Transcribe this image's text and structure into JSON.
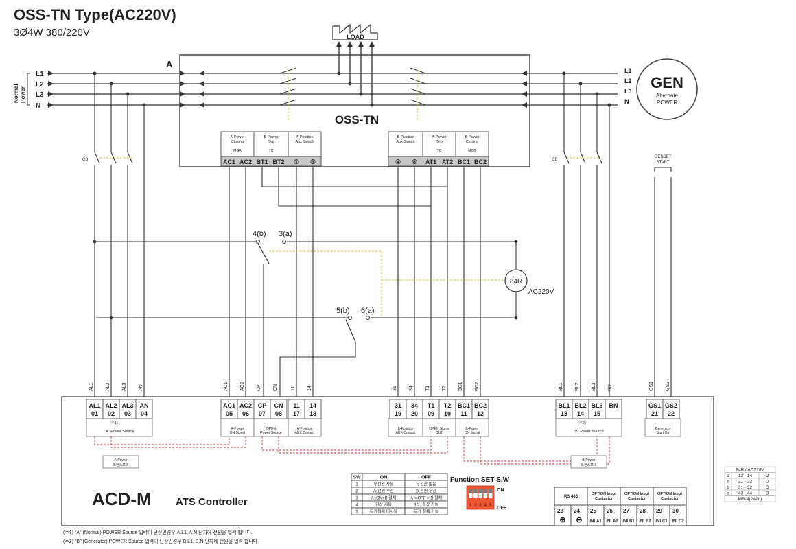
{
  "header": {
    "title": "OSS-TN Type(AC220V)",
    "subtitle": "3Ø4W 380/220V"
  },
  "load": {
    "label": "LOAD"
  },
  "normal_power": {
    "side_label_1": "Normal",
    "side_label_2": "Power",
    "lines": [
      "L1",
      "L2",
      "L3",
      "N"
    ],
    "cb_label": "CB"
  },
  "switch": {
    "terminal_label": "A",
    "name": "OSS-TN",
    "left_group": [
      {
        "title_1": "A-Power",
        "title_2": "Closing",
        "tag": "MGA"
      },
      {
        "title_1": "B-Power",
        "title_2": "Trip",
        "tag": "TC"
      },
      {
        "title_1": "A-Position",
        "title_2": "Aux Switch",
        "tag": ""
      }
    ],
    "right_group": [
      {
        "title_1": "B-Position",
        "title_2": "Aux Switch",
        "tag": ""
      },
      {
        "title_1": "A-Power",
        "title_2": "Trip",
        "tag": "TC"
      },
      {
        "title_1": "B-Power",
        "title_2": "Closing",
        "tag": "MGB"
      }
    ],
    "terminals_left": [
      "AC1",
      "AC2",
      "BT1",
      "BT2",
      "①",
      "③"
    ],
    "terminals_right": [
      "④",
      "⑥",
      "AT1",
      "AT2",
      "BC1",
      "BC2"
    ]
  },
  "generator": {
    "lines": [
      "L1",
      "L2",
      "L3",
      "N"
    ],
    "title": "GEN",
    "sub_1": "Alternate",
    "sub_2": "POWER",
    "cb_label": "CB"
  },
  "genset": {
    "label_1": "GENSET",
    "label_2": "START"
  },
  "relay": {
    "contact_1_b": "4(b)",
    "contact_1_a": "3(a)",
    "contact_2_b": "5(b)",
    "contact_2_a": "6(a)",
    "coil": "84R",
    "voltage": "AC220V"
  },
  "wire_labels": [
    "AL1",
    "AL2",
    "AL3",
    "AN",
    "AC1",
    "AC2",
    "CP",
    "CN",
    "11",
    "14",
    "31",
    "34",
    "T1",
    "T2",
    "BC1",
    "BC2",
    "BL1",
    "BL2",
    "BL3",
    "BN",
    "GS1",
    "GS2"
  ],
  "controller": {
    "terminals": [
      {
        "name": "AL1",
        "num": "01"
      },
      {
        "name": "AL2",
        "num": "02"
      },
      {
        "name": "AL3",
        "num": "03"
      },
      {
        "name": "AN",
        "num": "04"
      },
      {
        "name": "AC1",
        "num": "05"
      },
      {
        "name": "AC2",
        "num": "06"
      },
      {
        "name": "CP",
        "num": "07"
      },
      {
        "name": "CN",
        "num": "08"
      },
      {
        "name": "11",
        "num": "17"
      },
      {
        "name": "14",
        "num": "18"
      },
      {
        "name": "31",
        "num": "19"
      },
      {
        "name": "34",
        "num": "20"
      },
      {
        "name": "T1",
        "num": "09"
      },
      {
        "name": "T2",
        "num": "10"
      },
      {
        "name": "BC1",
        "num": "11"
      },
      {
        "name": "BC2",
        "num": "12"
      },
      {
        "name": "BL1",
        "num": "13"
      },
      {
        "name": "BL2",
        "num": "14"
      },
      {
        "name": "BL3",
        "num": "15"
      },
      {
        "name": "BN",
        "num": ""
      },
      {
        "name": "GS1",
        "num": "21"
      },
      {
        "name": "GS2",
        "num": "22"
      }
    ],
    "note_1": "(주1)",
    "note_2": "(주2)",
    "group_labels": {
      "a_source": "\"A\" Power Source",
      "a_on_1": "A-Power",
      "a_on_2": "ON Signal",
      "open_1": "OPEN",
      "open_2": "Power Source",
      "a_aux_1": "A-Position",
      "a_aux_2": "AUX Contact",
      "b_aux_1": "B-Position",
      "b_aux_2": "AUX Contact",
      "open_out_1": "OPEN Signal",
      "open_out_2": "OUT",
      "b_on_1": "B-Power",
      "b_on_2": "ON Signal",
      "b_source": "\"B\" Power Source",
      "gen_1": "Generator",
      "gen_2": "Start On"
    },
    "transformer_a_1": "A-Power",
    "transformer_a_2": "트랜스포머",
    "transformer_b_1": "B-Power",
    "transformer_b_2": "트랜스포머",
    "model": "ACD-M",
    "model_sub": "ATS Controller"
  },
  "sw_table": {
    "headers": [
      "SW",
      "ON",
      "OFF"
    ],
    "rows": [
      [
        "1",
        "우선권 사용",
        "우선권 없음"
      ],
      [
        "2",
        "A-전원 우선",
        "B-전원 우선"
      ],
      [
        "3",
        "A<ON>B 절체",
        "A < OFF > B 절체"
      ],
      [
        "4",
        "단상 사용",
        "3상, 결상 가능"
      ],
      [
        "5",
        "동기절체 미사용",
        "동기 절체 가능"
      ]
    ]
  },
  "function_sw": {
    "title": "Function SET S.W",
    "on": "ON",
    "off": "OFF",
    "digits": [
      "1",
      "2",
      "3",
      "4",
      "5"
    ]
  },
  "input_table": {
    "headers": [
      "RS 485",
      "OPTION Input Contactor",
      "OPTION Input Contactor",
      "OPTION Input Contactor"
    ],
    "nums": [
      "23",
      "24",
      "25",
      "26",
      "27",
      "28",
      "29",
      "30"
    ],
    "labels": [
      "⊕",
      "⊖",
      "INLA1",
      "INLA2",
      "INLB1",
      "INLB2",
      "INLC1",
      "INLC2"
    ]
  },
  "mr_table": {
    "header": "84R / AC220V",
    "rows": [
      [
        "a",
        "13 - 14",
        "O"
      ],
      [
        "b",
        "21 - 22",
        "O"
      ],
      [
        "b",
        "31 - 32",
        "O"
      ],
      [
        "a",
        "43 - 44",
        "O"
      ]
    ],
    "footer": "MR-4(2a2b)"
  },
  "footnotes": [
    "(주1) \"A\" (Normal) POWER Source 입력이 단상인경우 A.L1, A.N 단자에 전원을 입력 합니다.",
    "(주2) \"B\" (Generator) POWER Source 입력이 단상인경우 B.L1, B.N 단자에 전원을 입력 합니다."
  ]
}
